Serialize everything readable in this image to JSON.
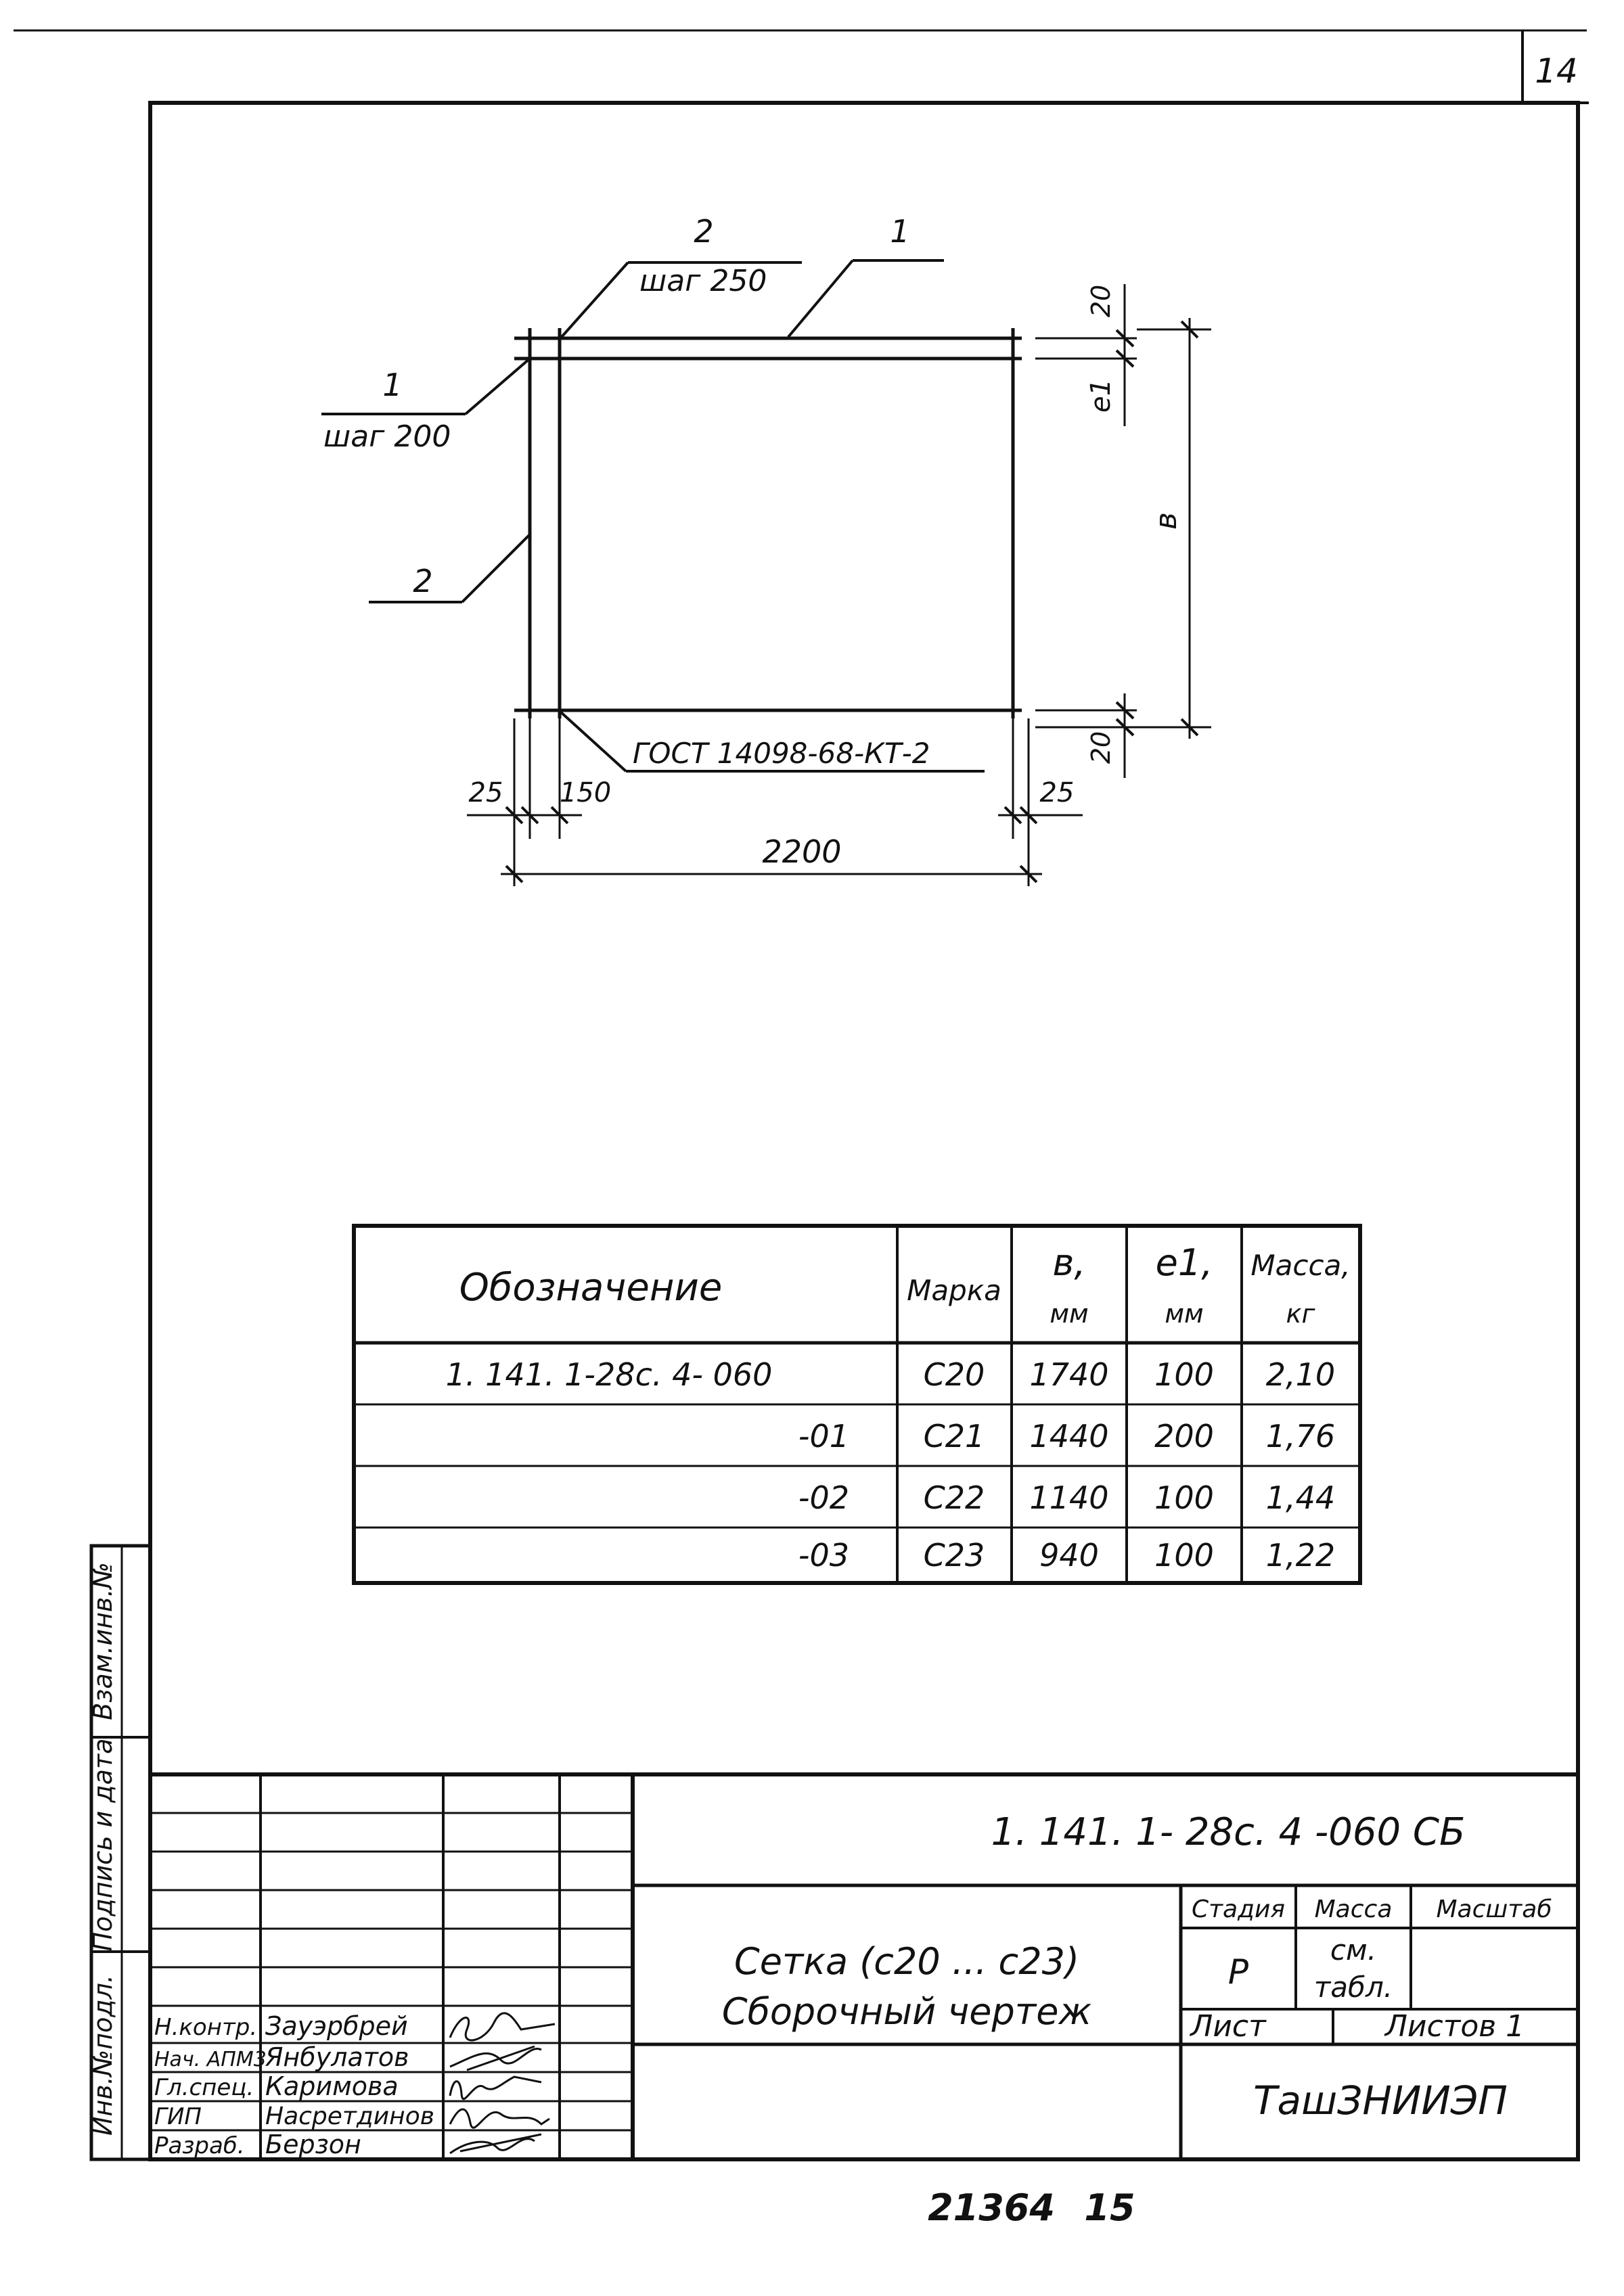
{
  "sheet": {
    "page_number": "14"
  },
  "drawing": {
    "leaders": {
      "top_pos": "2",
      "top_step": "шаг 250",
      "top_right": "1",
      "left_pos": "1",
      "left_step": "шаг 200",
      "left_lower": "2",
      "gost": "ГОСТ 14098-68-КТ-2"
    },
    "dims": {
      "top_margin": "20",
      "e1": "e1",
      "b": "в",
      "bottom_margin": "20",
      "left_margin": "25",
      "first_step": "150",
      "right_margin": "25",
      "width": "2200"
    }
  },
  "table": {
    "headers": {
      "designation": "Обозначение",
      "mark": "Марка",
      "b_sym": "в,",
      "b_unit": "мм",
      "e1_sym": "е1,",
      "e1_unit": "мм",
      "mass_sym": "Масса,",
      "mass_unit": "кг"
    },
    "rows": [
      {
        "designation": "1. 141. 1-28с. 4- 060",
        "mark": "С20",
        "b": "1740",
        "e1": "100",
        "mass": "2,10"
      },
      {
        "designation": "-01",
        "mark": "С21",
        "b": "1440",
        "e1": "200",
        "mass": "1,76"
      },
      {
        "designation": "-02",
        "mark": "С22",
        "b": "1140",
        "e1": "100",
        "mass": "1,44"
      },
      {
        "designation": "-03",
        "mark": "С23",
        "b": "940",
        "e1": "100",
        "mass": "1,22"
      }
    ]
  },
  "side": {
    "inv_podl": "Инв.№подл.",
    "podpis": "Подпись и дата",
    "vzam": "Взам.инв.№"
  },
  "title_block": {
    "code": "1. 141. 1- 28с. 4 -060 СБ",
    "name_line1": "Сетка (с20 ... с23)",
    "name_line2": "Сборочный чертеж",
    "stage_h": "Стадия",
    "mass_h": "Масса",
    "scale_h": "Масштаб",
    "stage": "Р",
    "mass_1": "см.",
    "mass_2": "табл.",
    "sheet_h": "Лист",
    "sheets_h": "Листов 1",
    "org": "ТашЗНИИЭП",
    "staff": [
      {
        "role": "Н.контр.",
        "name": "Зауэрбрей"
      },
      {
        "role": "Нач. АПМ3",
        "name": "Янбулатов"
      },
      {
        "role": "Гл.спец.",
        "name": "Каримова"
      },
      {
        "role": "ГИП",
        "name": "Насретдинов"
      },
      {
        "role": "Разраб.",
        "name": "Берзон"
      }
    ]
  },
  "footer": {
    "archive": "21364",
    "copy": "15"
  }
}
